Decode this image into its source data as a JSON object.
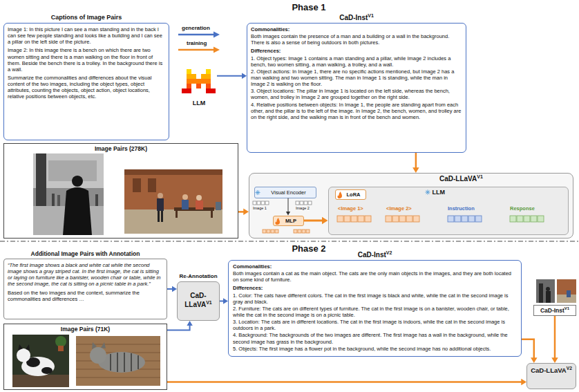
{
  "diagram": {
    "nodes": [
      {
        "text": [
          "Captions of Image Pairs",
          "Image 1: In this picture I can see a man standing and in the back I can see few people standing and looks like a building and I can see a pillar on the left side of the picture.",
          "Image 2: In this image there is a bench on which there are two women sitting and there is a man walking on the floor in front of them. Beside the bench there is a trolley. In the background there is a wall.",
          "Summarize the commonalities and differences about the visual content of the two images, including the object types, object attributes, counting the objects, object action, object locations, relative positions between objects, etc."
        ]
      },
      {
        "text": [
          "LLM"
        ]
      },
      {
        "text": [
          "CaD-Inst",
          "V1",
          "Commonalities:",
          "Both images contain the presence of a man and a building or a wall in the background. There is also a sense of being outdoors in both pictures.",
          "Differences:",
          "1. Object types: Image 1 contains a man standing and a pillar, while Image 2 includes a bench, two women sitting, a man walking, a trolley, and a wall.",
          "2. Object actions: In Image 1, there are no specific actions mentioned, but Image 2 has a man walking and two women sitting. The man in Image 1 is standing, while the man in Image 2 is walking on the floor.",
          "3. Object locations: The pillar in Image 1 is located on the left side, whereas the bench, women, and trolley in Image 2 are grouped together on the right side.",
          "4. Relative positions between objects: In Image 1, the people are standing apart from each other, and the pillar is to the left of the image. In Image 2, the bench, women, and trolley are on the right side, and the walking man is in front of the bench and women."
        ]
      },
      {
        "text": [
          "Image Pairs (278K)"
        ]
      },
      {
        "text": [
          "CaD-LLaVA",
          "V1"
        ]
      },
      {
        "text": [
          "Visual Encoder"
        ],
        "in": 4
      },
      {
        "text": [
          "MLP"
        ],
        "in": 4
      },
      {
        "text": [
          "LLM"
        ],
        "in": 4
      },
      {
        "text": [
          "LoRA"
        ],
        "in": 7
      },
      {
        "text": [
          "Additional Image Pairs with Annotation",
          "“The first image shows a black and white cat while the second image shows a gray striped cat. In the first image, the cat is sitting or laying on furniture like a banister, wooden chair or table, while in the second image, the cat is sitting on a picnic table in a park.”",
          "Based on the two images and the context, summarize the commonalities and differences …"
        ]
      },
      {
        "text": [
          "Image Pairs (71K)"
        ]
      },
      {
        "text": [
          "Re-Annotation",
          "CaD-LLaVA",
          "V1"
        ]
      },
      {
        "text": [
          "CaD-Inst",
          "V2",
          "Commonalities:",
          "Both images contain a cat as the main object. The cats are the only main objects in the images, and they are both located on some kind of furniture.",
          "Differences:",
          "1. Color: The cats have different colors. The cat in the first image is black and white, while the cat in the second image is gray and black.",
          "2. Furniture: The cats are on different types of furniture. The cat in the first image is on a banister, wooden chair, or table, while the cat in the second image is on a picnic table.",
          "3. Location: The cats are in different locations. The cat in the first image is indoors, while the cat in the second image is outdoors in a park.",
          "4. Background: The backgrounds of the two images are different. The first image has a wall in the background, while the second image has grass in the background.",
          "5. Objects: The first image has a flower pot in the background, while the second image has no additional objects."
        ]
      },
      {
        "text": [
          "CaD-Inst",
          "V1"
        ]
      },
      {
        "text": [
          "CaD-LLaVA",
          "V2"
        ]
      }
    ],
    "edges": [
      {
        "from": 1,
        "to": 2,
        "arrow": "to"
      },
      {
        "from": 2,
        "to": 4,
        "arrow": "to"
      },
      {
        "from": 3,
        "to": 4,
        "arrow": "to"
      },
      {
        "from": 5,
        "to": 6,
        "arrow": "to"
      },
      {
        "from": 6,
        "to": 7,
        "arrow": "to"
      },
      {
        "from": 9,
        "to": 11,
        "arrow": "to"
      },
      {
        "from": 10,
        "to": 11,
        "arrow": "to"
      },
      {
        "from": 11,
        "to": 12,
        "arrow": "to"
      },
      {
        "from": 10,
        "to": 14,
        "arrow": "to"
      },
      {
        "from": 12,
        "to": 14,
        "arrow": "to"
      },
      {
        "from": 13,
        "to": 14,
        "arrow": "to"
      }
    ],
    "labels": [
      "Phase 1",
      "Phase 2",
      "Image 1",
      "Image 2",
      "<Image 1>",
      "<Image 2>",
      "Instruction",
      "Response"
    ],
    "legend": [
      {
        "text": "generation"
      },
      {
        "text": "training"
      }
    ]
  }
}
